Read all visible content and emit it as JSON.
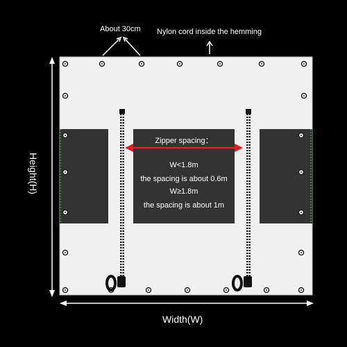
{
  "annotations": {
    "grommet_spacing": "About 30cm",
    "hem_note": "Nylon cord inside the hemming",
    "height_label": "Height(H)",
    "width_label": "Width(W)"
  },
  "zipper_box": {
    "title": "Zipper spacing：",
    "line1": "W<1.8m",
    "line2": "the spacing is about 0.6m",
    "line3": "W≥1.8m",
    "line4": "the spacing is about 1m"
  },
  "colors": {
    "background": "#000000",
    "tarp": "#f0f0f0",
    "panel": "#333333",
    "arrow": "#e02020",
    "edge_stitch": "#3aa040"
  }
}
